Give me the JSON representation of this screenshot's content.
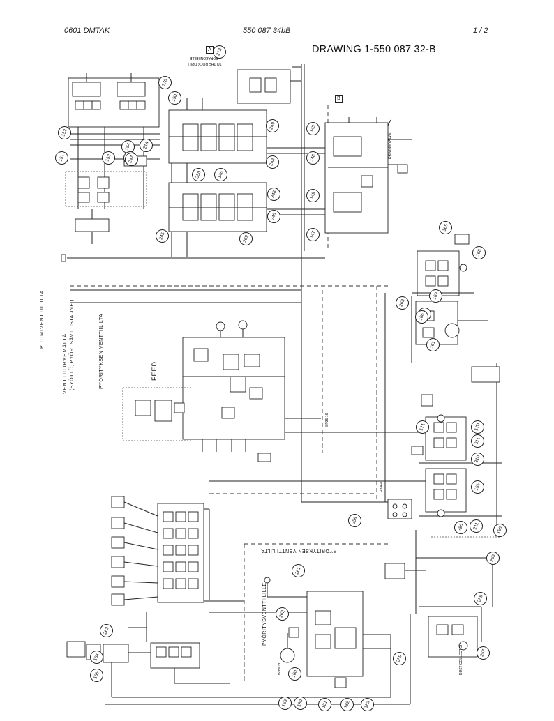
{
  "header": {
    "left": "0601  DMTAK",
    "center": "550 087 34bB",
    "right": "1 /  2"
  },
  "title": "DRAWING 1-550 087 32-B",
  "side_labels": {
    "boom_valve": "PUOMIVENTTIILILTA",
    "valve_group": "VENTTIILIRYHMÄLTÄ",
    "feed_stone": "(SYÖTTÖ, PYÖR. SÄVILUSTA JNE.)",
    "rotation_valve_from": "PYÖRITYKSEN VENTTIILILTA",
    "rotation_valve_to": "PYÖRITYSVENTTIILILLE",
    "rotation_valve_top": "PYÖRITYKSEN VENTTIILILTA",
    "feed": "FEED",
    "drill_to": "TO THE ROCK DRILL",
    "drill_fi": "PORAKONEELLE",
    "driving_valve": "DRIVING VALVE",
    "dust_collector": "DUST COLLECTOR",
    "winch": "WINCH",
    "rot_to": "SP35-16",
    "rot_b": "R3/4-8"
  },
  "callouts": [
    "213",
    "276",
    "150",
    "151",
    "152",
    "153",
    "154",
    "194",
    "214",
    "247",
    "248",
    "249",
    "245",
    "246",
    "348",
    "350",
    "146",
    "147",
    "148",
    "145",
    "149",
    "269",
    "165",
    "168",
    "268",
    "169",
    "267",
    "161",
    "166",
    "171",
    "170",
    "311",
    "310",
    "211",
    "380",
    "155",
    "156",
    "258",
    "259",
    "261",
    "262",
    "263",
    "164",
    "165",
    "265",
    "255",
    "257",
    "159",
    "160",
    "180",
    "181",
    "182",
    "183"
  ],
  "markers": [
    "A",
    "B"
  ]
}
